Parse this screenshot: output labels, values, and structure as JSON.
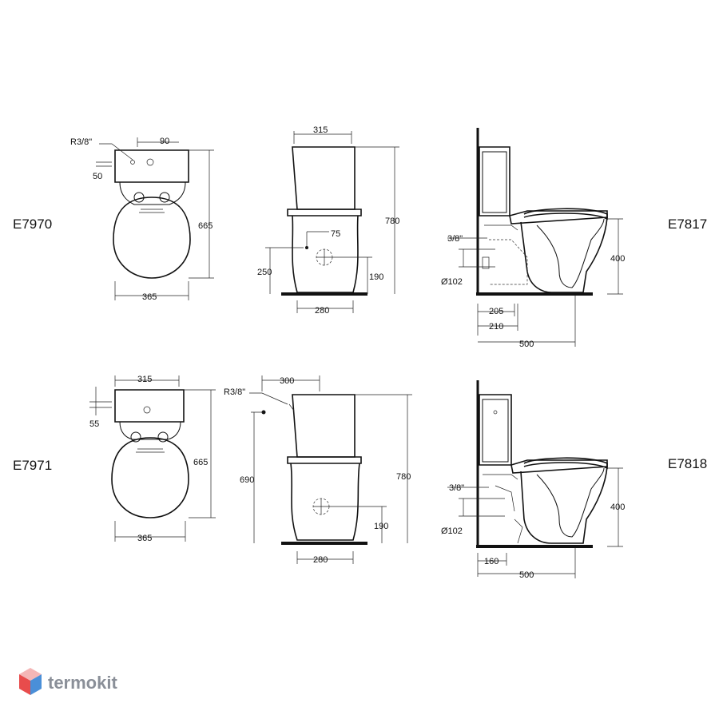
{
  "models": {
    "e7970": "E7970",
    "e7971": "E7971",
    "e7817": "E7817",
    "e7818": "E7818"
  },
  "dims": {
    "r38": "R3/8\"",
    "d90": "90",
    "d50": "50",
    "d665": "665",
    "d365": "365",
    "d315": "315",
    "d780": "780",
    "d75": "75",
    "d250": "250",
    "d190": "190",
    "d280": "280",
    "in38": "3/8\"",
    "d400": "400",
    "dia102": "Ø102",
    "d205": "205",
    "d210": "210",
    "d500": "500",
    "d55": "55",
    "d300": "300",
    "d690": "690",
    "d160": "160"
  },
  "brand": {
    "name": "termokit",
    "colors": {
      "top": "#f4b6b6",
      "left": "#e84c4c",
      "right": "#4a8fd8"
    }
  }
}
